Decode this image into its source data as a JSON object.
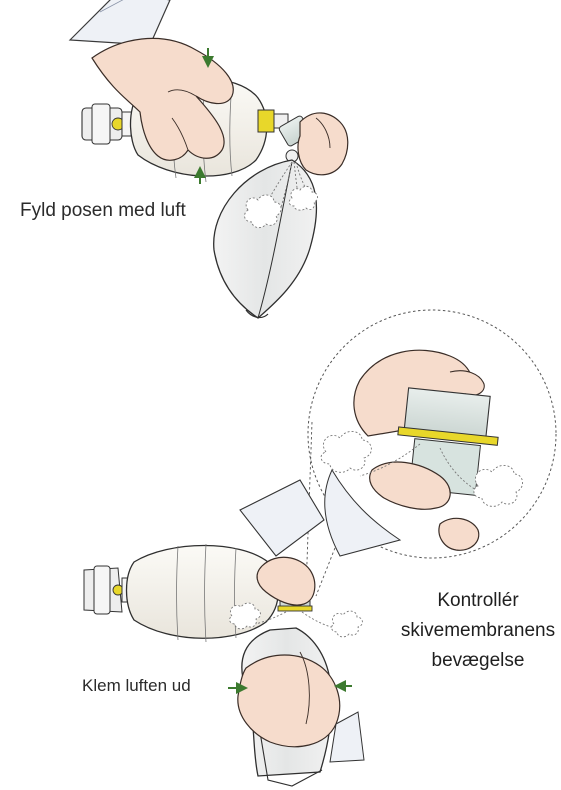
{
  "labels": {
    "fill_bag": "Fyld posen med luft",
    "squeeze_out": "Klem luften ud",
    "check_line1": "Kontrollér",
    "check_line2": "skivemembranens",
    "check_line3": "bevægelse"
  },
  "colors": {
    "skin": "#f6dccc",
    "skin_line": "#3a2d27",
    "bag_fill": "#f2efe8",
    "arrow_green": "#3c7a2f",
    "valve_yellow": "#e8d72a",
    "cuff_blue": "#eef1f6"
  },
  "icons": {
    "arrow": "arrow-icon",
    "air_puff": "air-puff-icon"
  }
}
